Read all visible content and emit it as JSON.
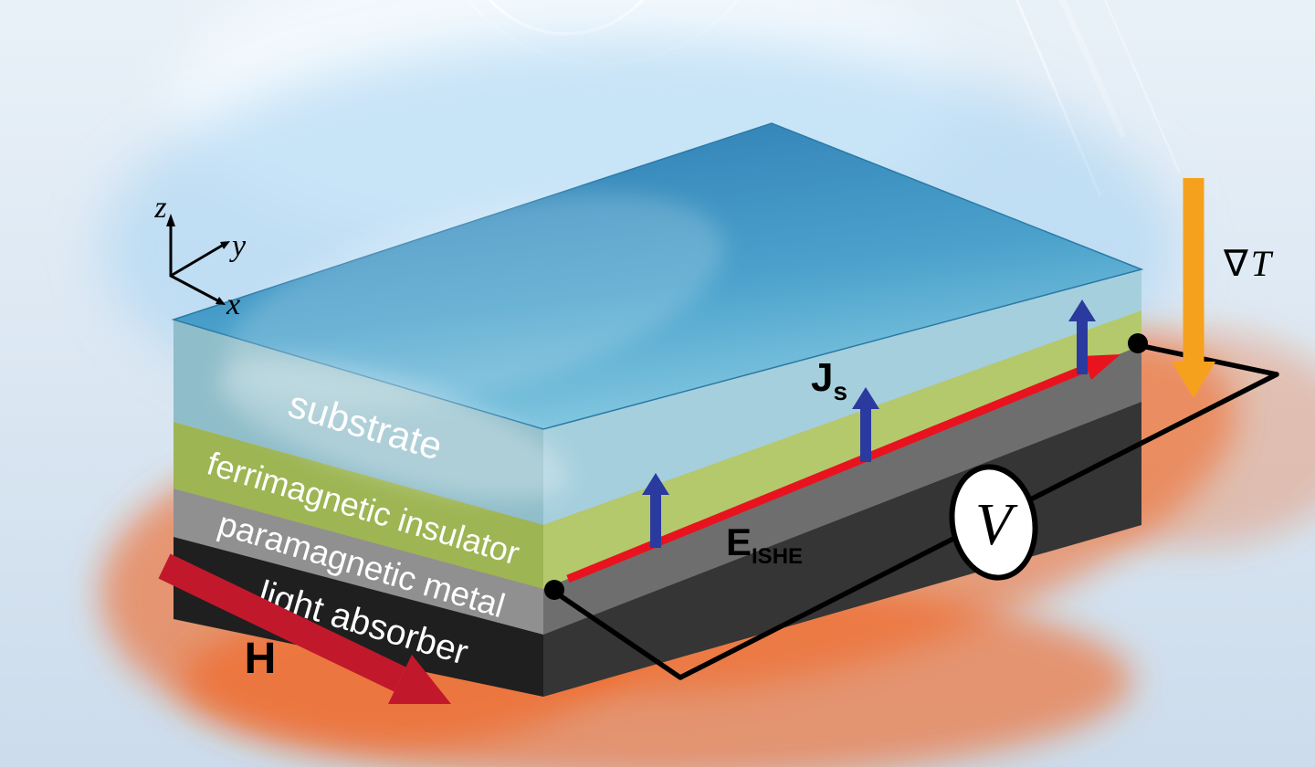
{
  "axes": {
    "z": "z",
    "y": "y",
    "x": "x"
  },
  "layers": [
    {
      "label": "substrate"
    },
    {
      "label": "ferrimagnetic insulator"
    },
    {
      "label": "paramagnetic metal"
    },
    {
      "label": "light absorber"
    }
  ],
  "annotations": {
    "magnetic_field": "H",
    "temp_gradient_symbol": "∇",
    "temp_gradient_variable": "T",
    "spin_current_symbol": "J",
    "spin_current_subscript": "s",
    "ishe_field_symbol": "E",
    "ishe_field_subscript": "ISHE",
    "voltmeter": "V"
  },
  "colors": {
    "background_top": "#e9f1f8",
    "background_bottom": "#ccdcec",
    "top_face_dark": "#2f7fb4",
    "top_face_mid": "#4ba2cc",
    "top_face_light": "#8ecfe4",
    "substrate_left": "#8fbdc9",
    "substrate_right": "#a6cfdd",
    "insulator_left": "#9db553",
    "insulator_right": "#b4c96b",
    "metal_left": "#909090",
    "metal_right": "#6e6e6e",
    "absorber_left": "#1f1f1f",
    "absorber_right": "#353535",
    "heat_glow": "#f2641e",
    "halo": "#a6d4f2",
    "top_glow": "#f4fafe",
    "spin_arrow": "#2b3a9e",
    "ishe_arrow": "#e8131f",
    "field_arrow": "#c2182b",
    "gradient_arrow": "#f6a11e",
    "wire": "#000000",
    "text_light": "#ffffff",
    "text_dark": "#000000"
  }
}
